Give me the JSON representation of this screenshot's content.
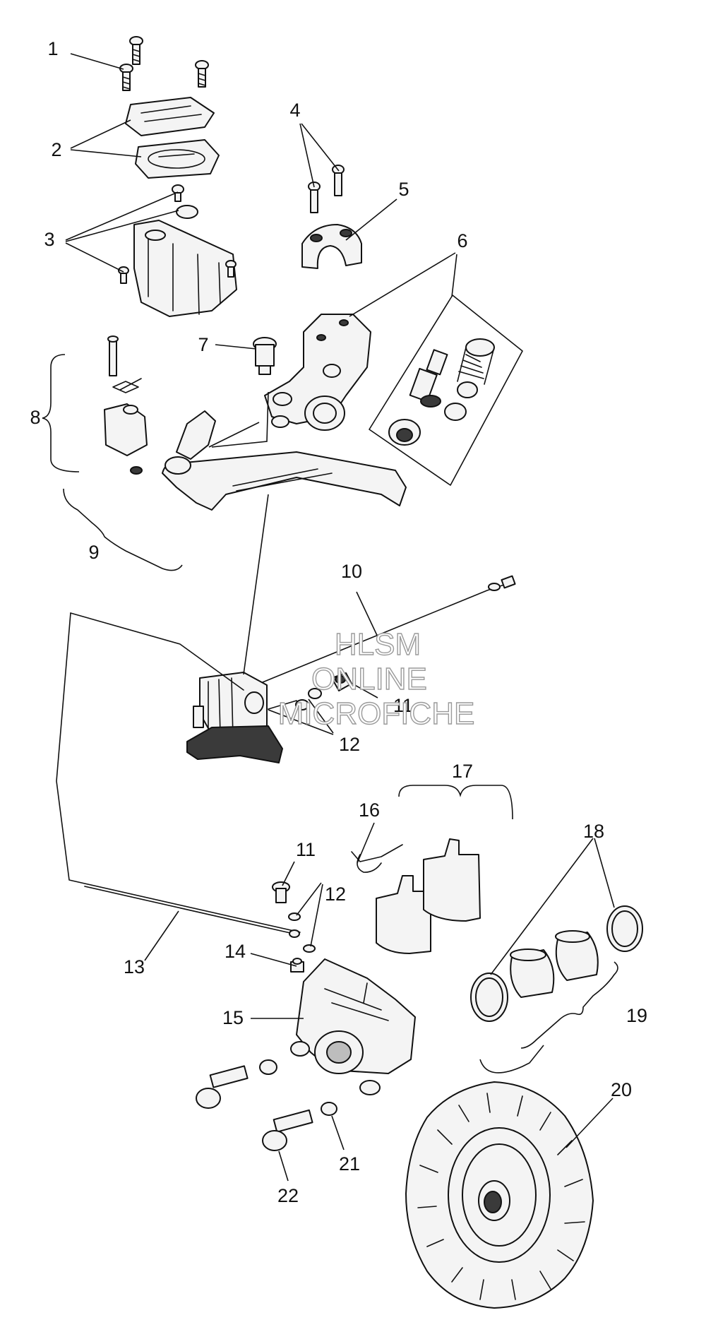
{
  "callouts": [
    "1",
    "2",
    "3",
    "4",
    "5",
    "6",
    "7",
    "8",
    "9",
    "10",
    "11",
    "12",
    "13",
    "14",
    "15",
    "16",
    "17",
    "18",
    "19",
    "20",
    "21",
    "22"
  ],
  "callouts_repeat": {
    "eleven_lower": "11",
    "twelve_lower": "12"
  },
  "watermark": {
    "line1": "HLSM",
    "line2": "ONLINE",
    "line3": "MICROFICHE"
  },
  "colors": {
    "ink": "#111111",
    "fill": "#f4f4f4",
    "dark": "#3a3a3a",
    "watermark_stroke": "#9a9a9a"
  }
}
